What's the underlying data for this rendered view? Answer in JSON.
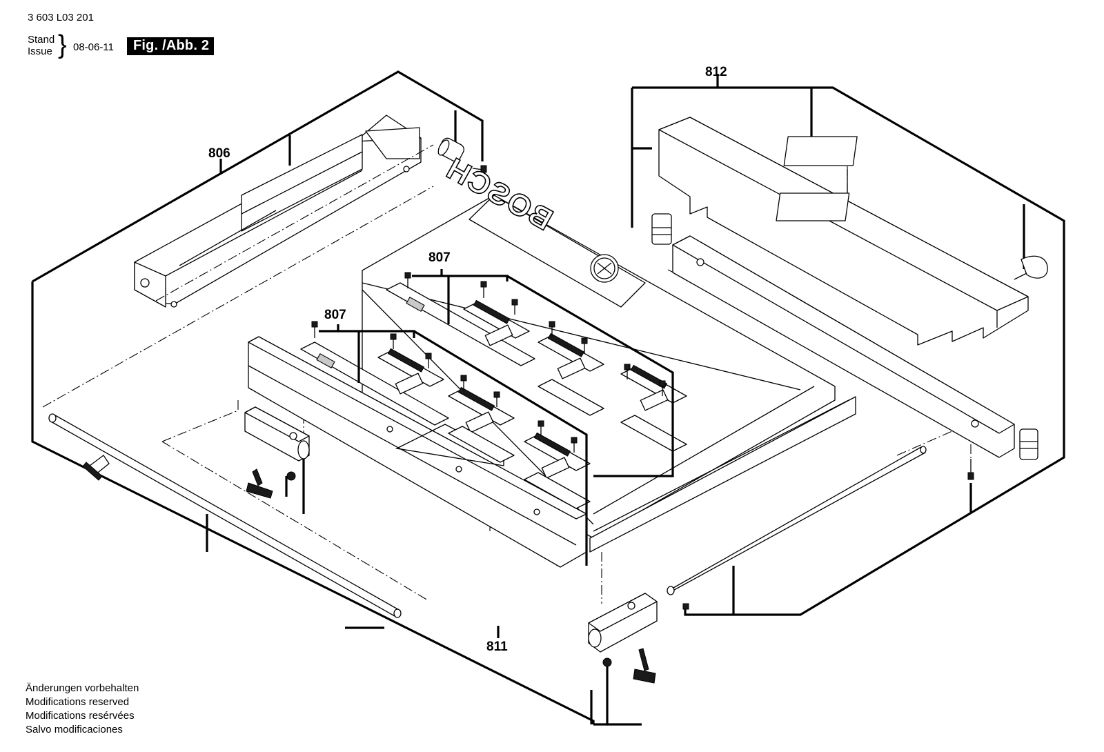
{
  "header": {
    "document_number": "3 603 L03 201",
    "stand_label": "Stand",
    "issue_label": "Issue",
    "date": "08-06-11",
    "figure_label": "Fig. /Abb. 2"
  },
  "callouts": {
    "c806": "806",
    "c807a": "807",
    "c807b": "807",
    "c811": "811",
    "c812": "812"
  },
  "embossed_brand": "BOSCH",
  "notes": [
    "Änderungen vorbehalten",
    "Modifications reserved",
    "Modifications resérvées",
    "Salvo modificaciones"
  ]
}
